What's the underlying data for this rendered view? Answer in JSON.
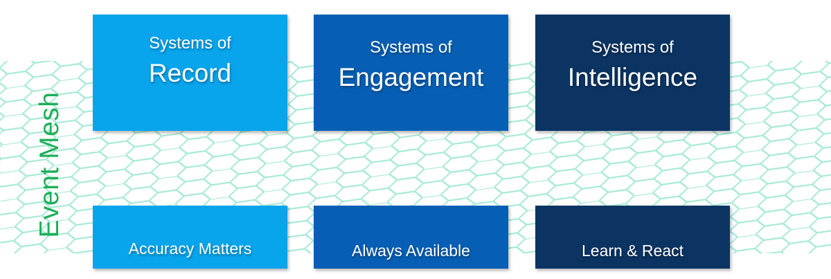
{
  "diagram": {
    "mesh_label": "Event Mesh",
    "colors": {
      "record": "#08a4ec",
      "engagement": "#065fb4",
      "intelligence": "#0b3463",
      "mesh_line": "#a8e9d6",
      "mesh_label": "#1fae5a"
    },
    "systems": [
      {
        "prefix": "Systems of",
        "name": "Record",
        "trait": "Accuracy Matters"
      },
      {
        "prefix": "Systems of",
        "name": "Engagement",
        "trait": "Always Available"
      },
      {
        "prefix": "Systems of",
        "name": "Intelligence",
        "trait": "Learn & React"
      }
    ]
  }
}
